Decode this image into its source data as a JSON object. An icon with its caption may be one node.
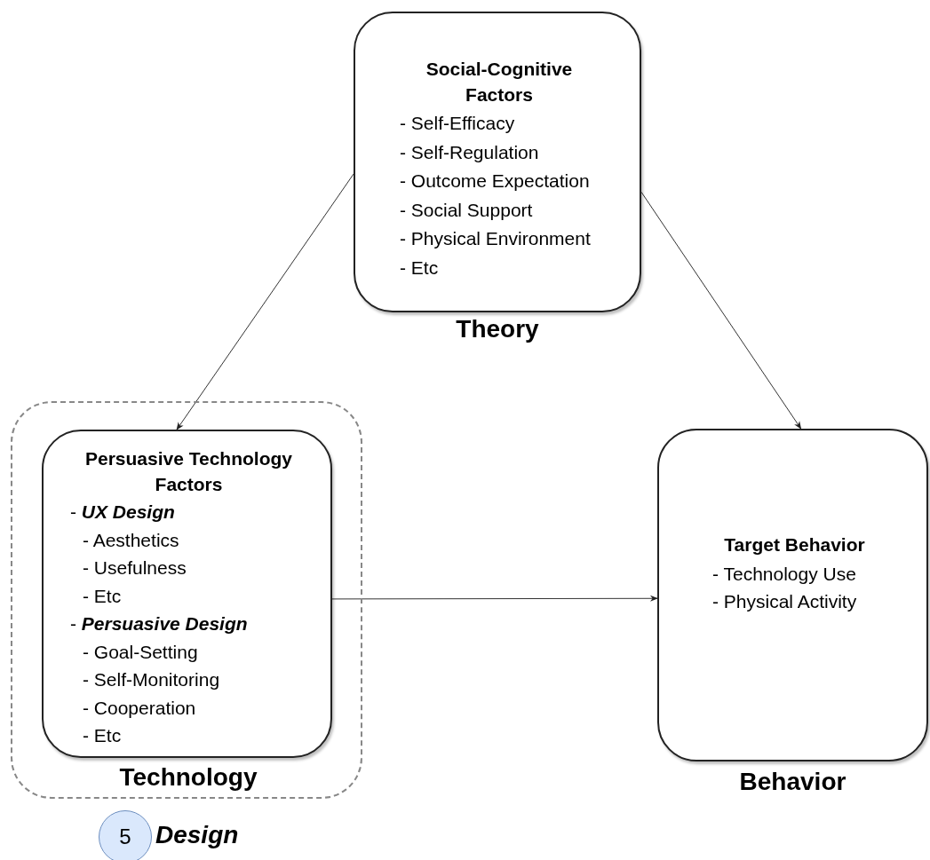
{
  "diagram": {
    "nodes": [
      {
        "text": [
          "Social-Cognitive Factors",
          "- Self-Efficacy",
          "- Self-Regulation",
          "- Outcome Expectation",
          "- Social Support",
          "- Physical Environment",
          "- Etc"
        ],
        "beside": [
          "Theory"
        ]
      },
      {
        "text": [
          "Technology"
        ]
      },
      {
        "text": [
          "Persuasive Technology Factors",
          "- *UX Design*",
          "- Aesthetics",
          "- Usefulness",
          "- Etc",
          "- *Persuasive Design*",
          "- Goal-Setting",
          "- Self-Monitoring",
          "- Cooperation",
          "- Etc"
        ],
        "in": 1
      },
      {
        "text": [
          "Target Behavior",
          "- Technology Use",
          "- Physical Activity"
        ],
        "beside": [
          "Behavior"
        ]
      },
      {
        "text": [
          "5"
        ],
        "beside": [
          "Design"
        ]
      }
    ],
    "edges": [
      {
        "from": 0,
        "to": 2,
        "arrow": "to"
      },
      {
        "from": 0,
        "to": 3,
        "arrow": "to"
      },
      {
        "from": 2,
        "to": 3,
        "arrow": "to"
      }
    ]
  }
}
